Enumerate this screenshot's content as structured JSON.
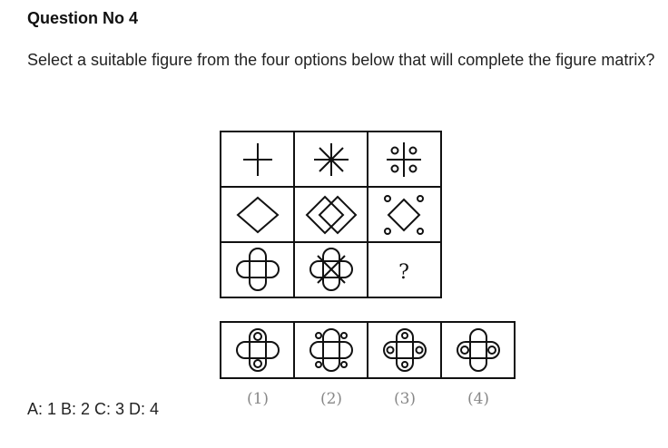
{
  "question": {
    "title": "Question No 4",
    "text": "Select a suitable figure from the four options below that will complete the figure matrix?"
  },
  "figure": {
    "missing_symbol": "?",
    "option_labels": [
      "(1)",
      "(2)",
      "(3)",
      "(4)"
    ]
  },
  "answers": {
    "text": "A: 1 B: 2 C: 3 D: 4"
  }
}
